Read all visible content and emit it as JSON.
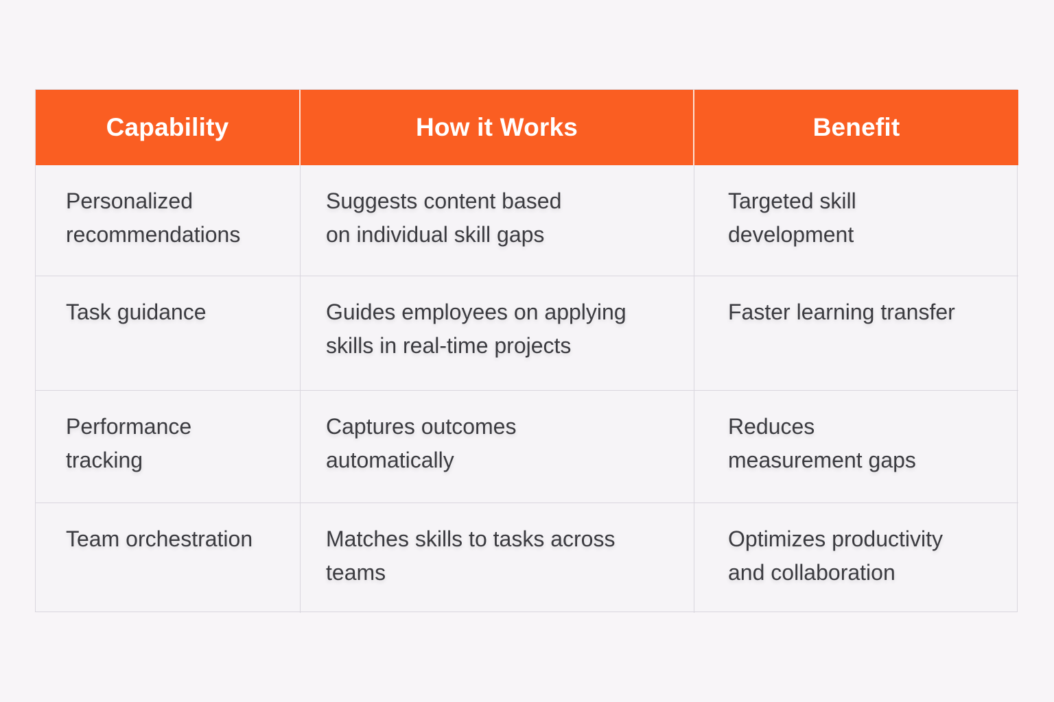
{
  "table": {
    "headers": [
      "Capability",
      "How it Works",
      "Benefit"
    ],
    "rows": [
      [
        "Personalized\nrecommendations",
        "Suggests content based\non individual skill gaps",
        "Targeted skill\ndevelopment"
      ],
      [
        "Task guidance",
        "Guides employees on applying\nskills in real-time projects",
        "Faster learning transfer"
      ],
      [
        "Performance\ntracking",
        "Captures outcomes\nautomatically",
        "Reduces\nmeasurement gaps"
      ],
      [
        "Team orchestration",
        "Matches skills to tasks across\nteams",
        "Optimizes productivity\nand collaboration"
      ]
    ]
  },
  "colors": {
    "header_bg": "#fa5e22",
    "header_text": "#ffffff",
    "body_text": "#3b3b40",
    "grid_line": "#d9d6de",
    "page_bg": "#f8f5f8"
  }
}
